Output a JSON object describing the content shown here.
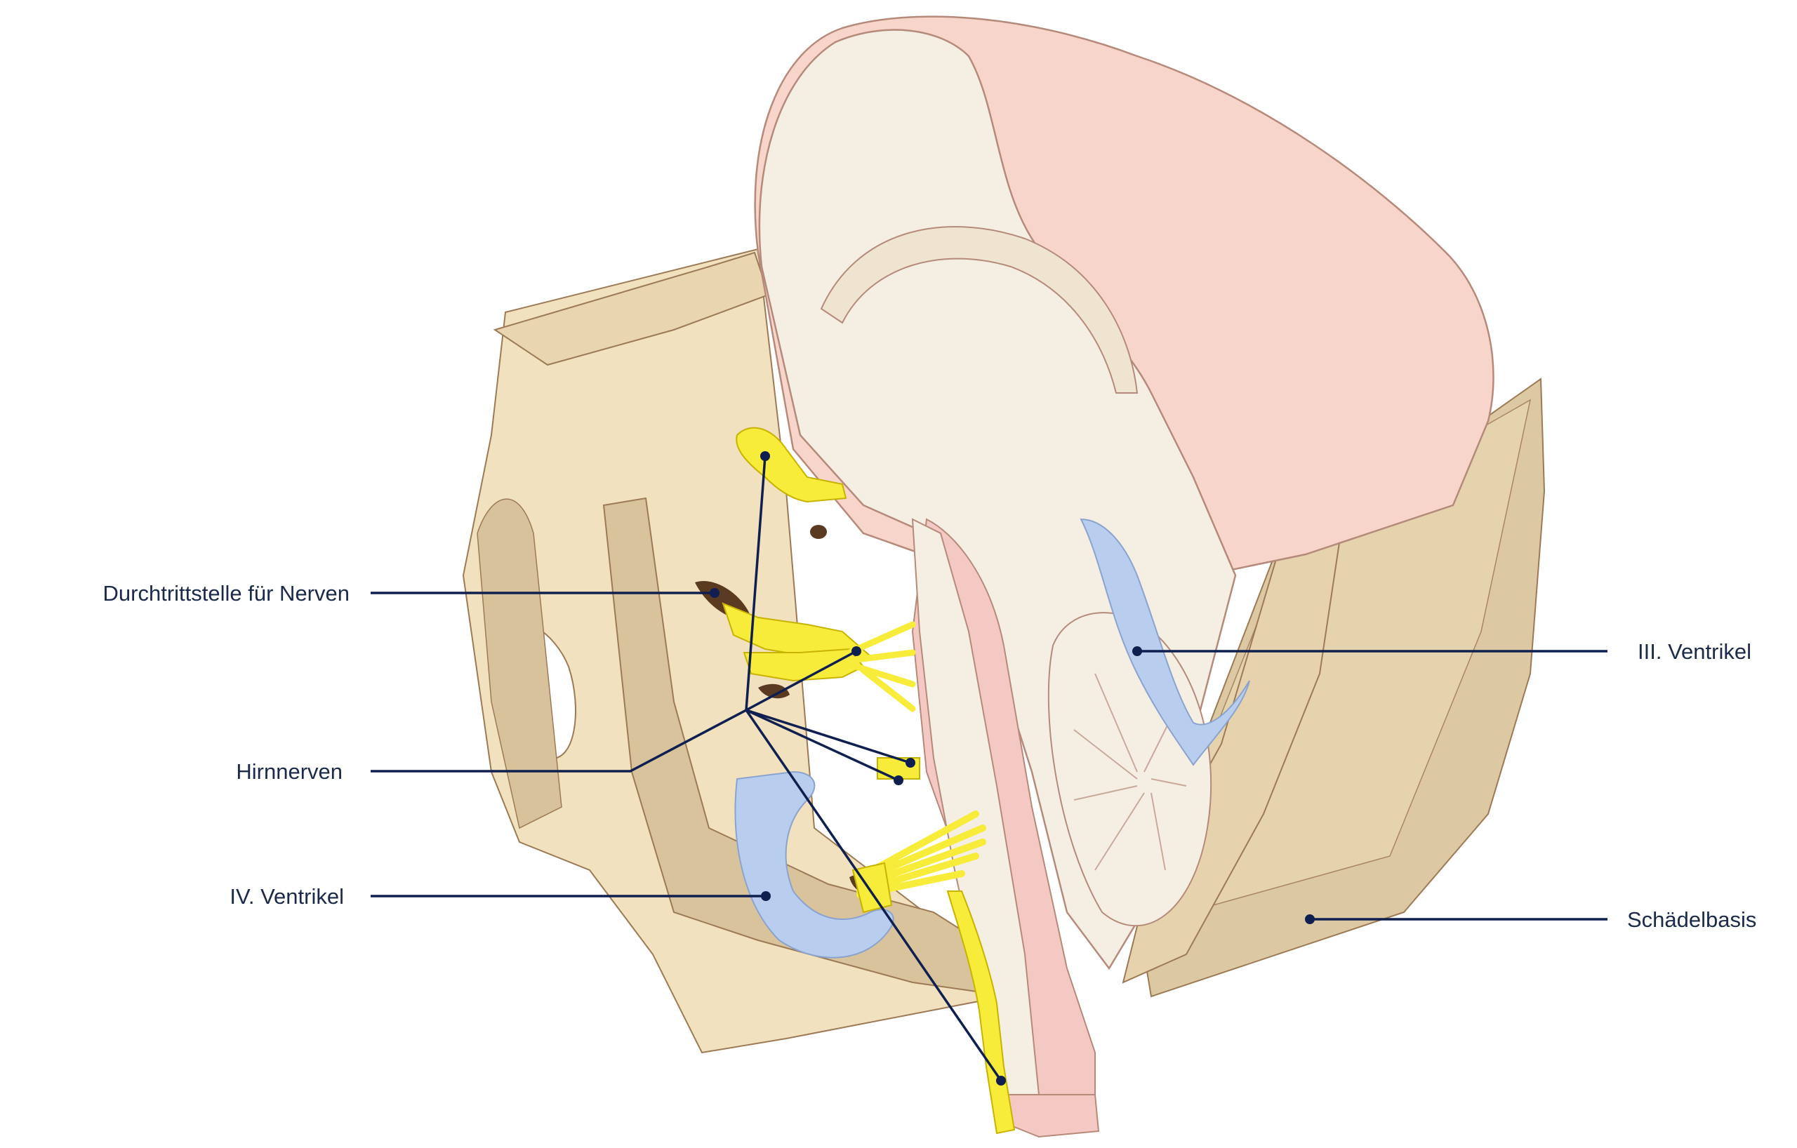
{
  "labels": {
    "nerve_passage": "Durchtrittstelle für Nerven",
    "cranial_nerves": "Hirnnerven",
    "fourth_ventricle": "IV. Ventrikel",
    "third_ventricle": "III. Ventrikel",
    "skull_base": "Schädelbasis"
  },
  "colors": {
    "leader_line": "#0f1f4f",
    "bone": "#f3e4c4",
    "bone_dark": "#d9c39c",
    "bone_cut": "#e6d3ad",
    "brain_cortex": "#f7d3c8",
    "brain_medial": "#f5efe3",
    "brain_outline": "#b58a7a",
    "ventricle": "#b9cdee",
    "nerve": "#f7ec3a",
    "nerve_outline": "#c7b300",
    "foramen": "#5a3b22",
    "brainstem": "#f4c9c4"
  }
}
